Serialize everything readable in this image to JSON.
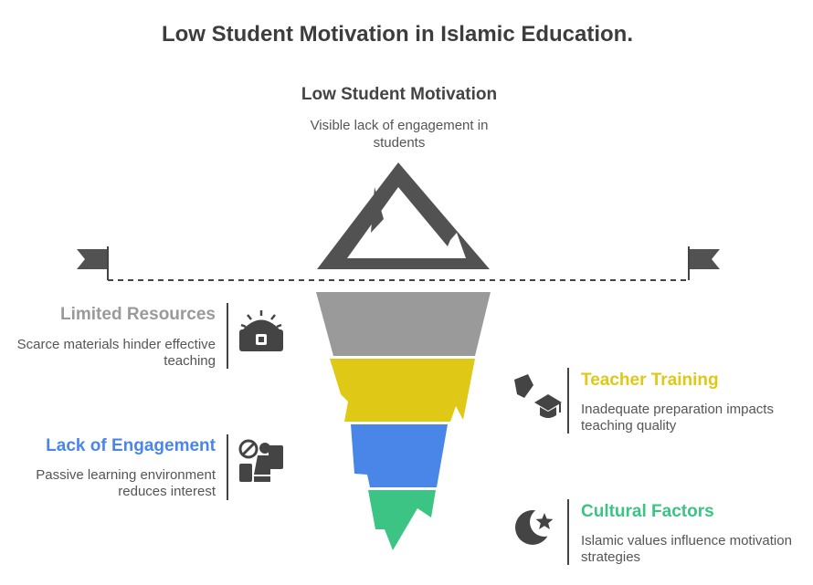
{
  "title": "Low Student Motivation in Islamic Education.",
  "peak": {
    "label": "Low Student Motivation",
    "description": "Visible lack of engagement in students"
  },
  "layers": [
    {
      "label": "Limited Resources",
      "description": "Scarce materials hinder effective teaching",
      "color": "#9a9a9a",
      "side": "left",
      "icon": "treasure-chest-icon"
    },
    {
      "label": "Teacher Training",
      "description": "Inadequate preparation impacts teaching quality",
      "color": "#dfc816",
      "side": "right",
      "icon": "graduation-cap-icon"
    },
    {
      "label": "Lack of Engagement",
      "description": "Passive learning environment reduces interest",
      "color": "#4a86e8",
      "side": "left",
      "icon": "disengaged-student-icon"
    },
    {
      "label": "Cultural Factors",
      "description": "Islamic values influence motivation strategies",
      "color": "#3cc484",
      "side": "right",
      "icon": "crescent-star-icon"
    }
  ],
  "colors": {
    "text_dark": "#3d3d3d",
    "icon": "#444444",
    "waterline": "#444444"
  }
}
